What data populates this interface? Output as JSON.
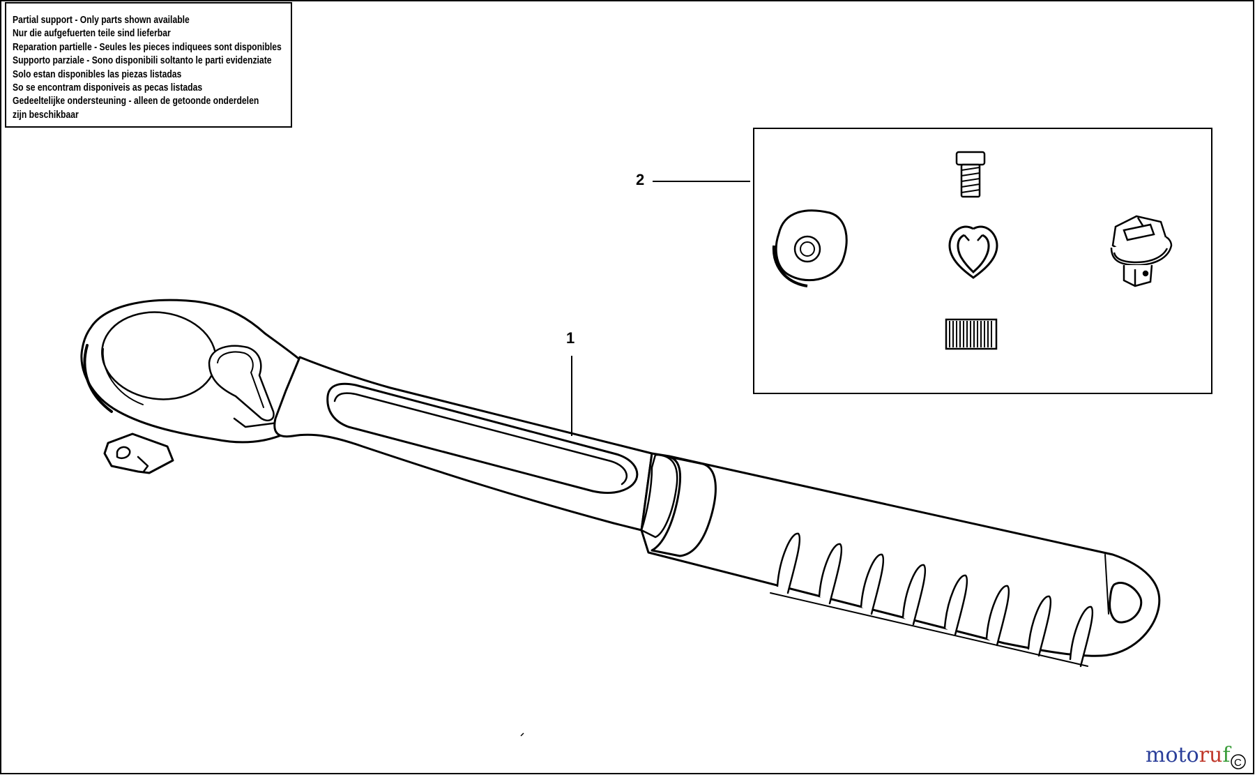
{
  "notice": {
    "lines": [
      "Partial support - Only parts shown available",
      "Nur die aufgefuerten teile sind lieferbar",
      "Reparation partielle - Seules les pieces indiquees sont disponibles",
      "Supporto parziale - Sono disponibili soltanto le parti evidenziate",
      "Solo estan disponibles las piezas listadas",
      "So se encontram disponiveis as pecas listadas",
      "Gedeeltelijke ondersteuning - alleen de getoonde onderdelen",
      "zijn beschikbaar"
    ]
  },
  "callouts": {
    "part1": "1",
    "part2": "2"
  },
  "watermark": {
    "part_a": "moto",
    "part_b": "ru",
    "part_c": "f"
  },
  "colors": {
    "line": "#000000",
    "background": "#ffffff",
    "watermark_blue": "#2b3f9a",
    "watermark_red": "#c0392b",
    "watermark_green": "#3a9d3a"
  }
}
